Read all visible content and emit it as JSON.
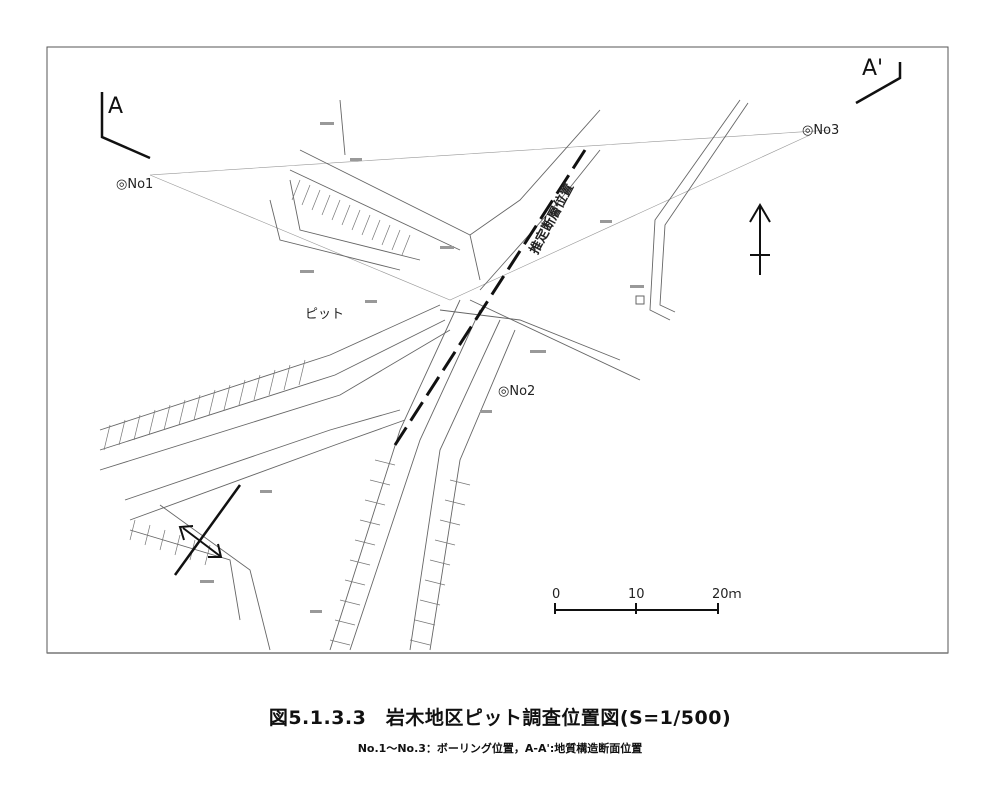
{
  "section": {
    "start_label": "A",
    "end_label": "A'"
  },
  "borings": [
    {
      "label": "◎No1"
    },
    {
      "label": "◎No2"
    },
    {
      "label": "◎No3"
    }
  ],
  "pit_label": "ピット",
  "fault_label": "推定断層位置",
  "scale_bar": {
    "ticks": [
      "0",
      "10",
      "20ｍ"
    ]
  },
  "caption": {
    "title": "図5.1.3.3　岩木地区ピット調査位置図(S=1/500)",
    "subtitle": "No.1～No.3：ボーリング位置，A-A':地質構造断面位置"
  },
  "colors": {
    "ink": "#111111",
    "linework": "#666666",
    "paper": "#ffffff"
  },
  "icons": {
    "north_arrow": "north-arrow-icon",
    "boring": "boring-marker-icon"
  }
}
